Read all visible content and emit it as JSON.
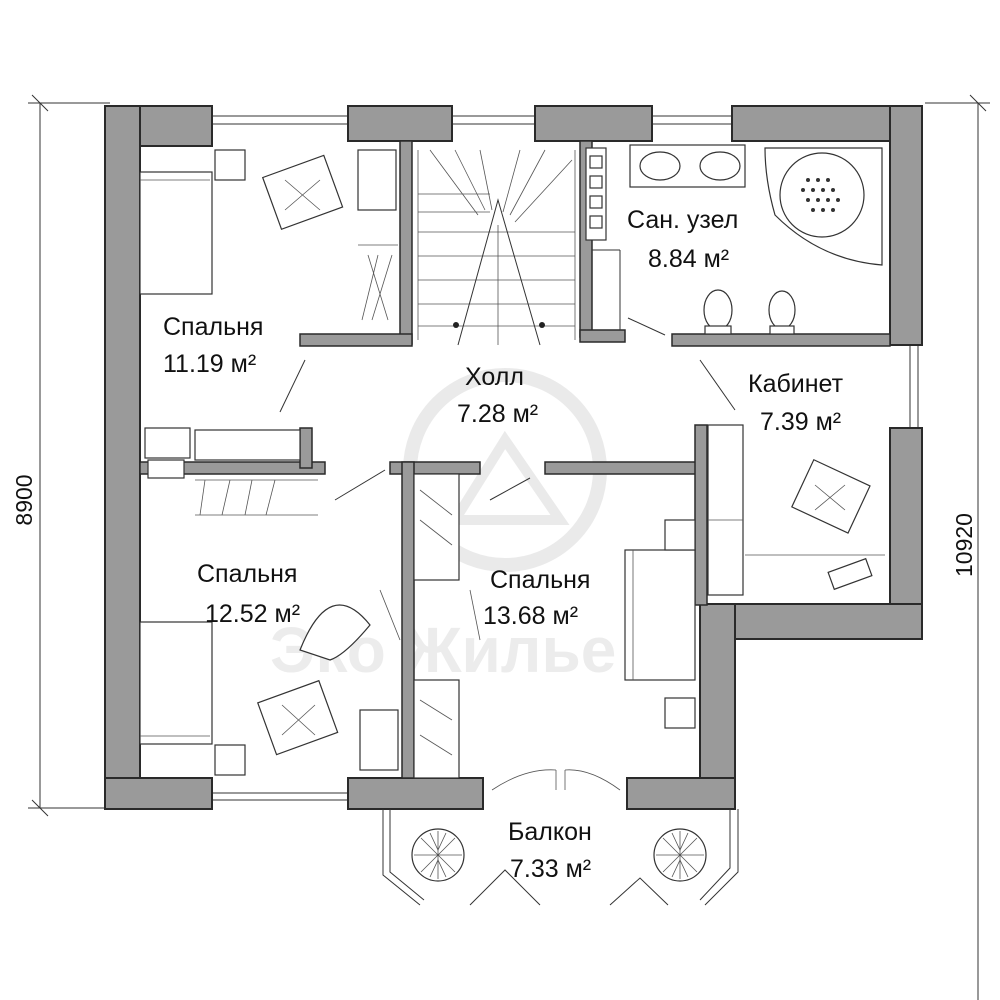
{
  "dimensions": {
    "left": "8900",
    "right": "10920"
  },
  "rooms": {
    "bedroom1": {
      "name": "Спальня",
      "area": "11.19 м²"
    },
    "hall": {
      "name": "Холл",
      "area": "7.28 м²"
    },
    "bathroom": {
      "name": "Сан. узел",
      "area": "8.84 м²"
    },
    "office": {
      "name": "Кабинет",
      "area": "7.39 м²"
    },
    "bedroom2": {
      "name": "Спальня",
      "area": "12.52 м²"
    },
    "bedroom3": {
      "name": "Спальня",
      "area": "13.68 м²"
    },
    "balcony": {
      "name": "Балкон",
      "area": "7.33 м²"
    }
  },
  "watermark": {
    "text": "Эко Жилье"
  },
  "colors": {
    "wall": "#9a9a9a",
    "line": "#2a2a2a",
    "background": "#ffffff"
  }
}
